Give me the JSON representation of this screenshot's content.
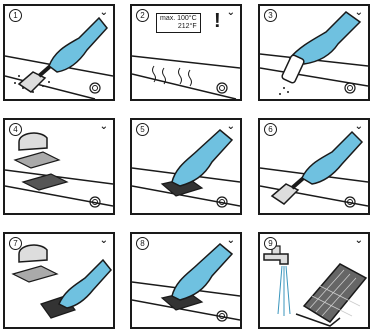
{
  "steps": [
    {
      "number": "1",
      "icons": [
        "scraper-icon",
        "glove-icon",
        "hob-surface-icon"
      ]
    },
    {
      "number": "2",
      "temperature": {
        "celsius": "max. 100°C",
        "fahrenheit": "212°F"
      },
      "exclamation": "!",
      "icons": [
        "heat-waves-icon",
        "hob-surface-icon"
      ]
    },
    {
      "number": "3",
      "icons": [
        "cleaner-bottle-icon",
        "glove-icon",
        "hob-surface-icon"
      ]
    },
    {
      "number": "4",
      "icons": [
        "iron-icon",
        "cleaning-pads-icon",
        "hob-surface-icon"
      ]
    },
    {
      "number": "5",
      "icons": [
        "glove-icon",
        "cleaning-pad-icon",
        "hob-surface-icon"
      ]
    },
    {
      "number": "6",
      "icons": [
        "scraper-icon",
        "glove-icon",
        "hob-surface-icon"
      ]
    },
    {
      "number": "7",
      "icons": [
        "iron-icon",
        "glove-icon",
        "cleaning-pad-icon"
      ]
    },
    {
      "number": "8",
      "icons": [
        "glove-icon",
        "cleaning-pad-icon",
        "hob-surface-icon"
      ]
    },
    {
      "number": "9",
      "icons": [
        "tap-icon",
        "water-icon",
        "grid-filter-icon"
      ]
    }
  ],
  "corner_mark": "⌄",
  "colors": {
    "glove": "#6fc1e0",
    "glove_dark": "#3b96bd",
    "outline": "#1a1a1a",
    "background": "#ffffff"
  }
}
